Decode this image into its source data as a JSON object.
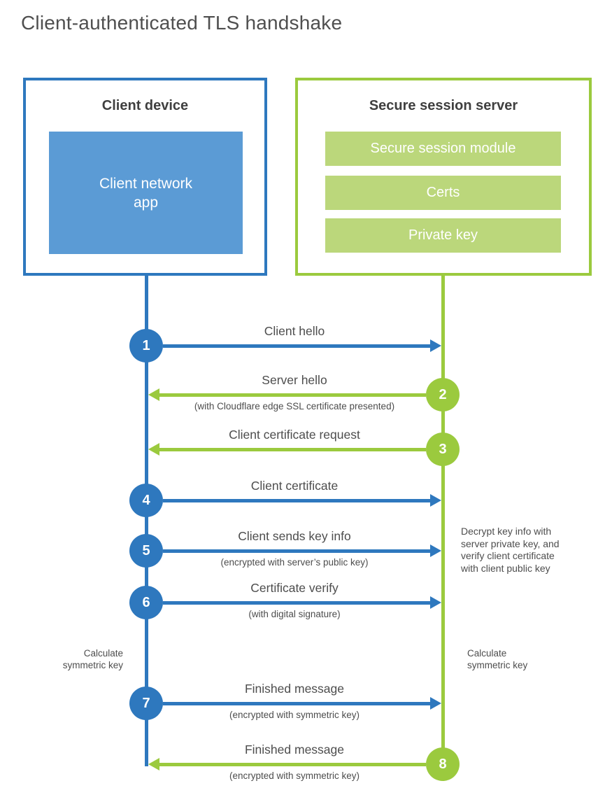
{
  "title": "Client-authenticated TLS handshake",
  "colors": {
    "blue": "#2E78BE",
    "blue_light": "#5B9BD5",
    "green": "#9BCA3E",
    "green_light": "#BBD77B",
    "heading_text": "#3F3F3F",
    "body_text": "#4D4D4D"
  },
  "client": {
    "title": "Client device",
    "app_label": "Client network\napp"
  },
  "server": {
    "title": "Secure session server",
    "modules": [
      "Secure session module",
      "Certs",
      "Private key"
    ]
  },
  "steps": [
    {
      "num": "1",
      "from": "client",
      "label": "Client hello",
      "sub": ""
    },
    {
      "num": "2",
      "from": "server",
      "label": "Server hello",
      "sub": "(with Cloudflare edge SSL certificate presented)"
    },
    {
      "num": "3",
      "from": "server",
      "label": "Client certificate request",
      "sub": ""
    },
    {
      "num": "4",
      "from": "client",
      "label": "Client certificate",
      "sub": ""
    },
    {
      "num": "5",
      "from": "client",
      "label": "Client sends key info",
      "sub": "(encrypted with server’s public key)"
    },
    {
      "num": "6",
      "from": "client",
      "label": "Certificate verify",
      "sub": "(with digital signature)"
    },
    {
      "num": "7",
      "from": "client",
      "label": "Finished message",
      "sub": "(encrypted with symmetric key)"
    },
    {
      "num": "8",
      "from": "server",
      "label": "Finished message",
      "sub": "(encrypted with symmetric key)"
    }
  ],
  "annotations": {
    "server_note": "Decrypt key info with\nserver private key, and\nverify client certificate\nwith client public key",
    "client_calculate": "Calculate\nsymmetric key",
    "server_calculate": "Calculate\nsymmetric key"
  }
}
